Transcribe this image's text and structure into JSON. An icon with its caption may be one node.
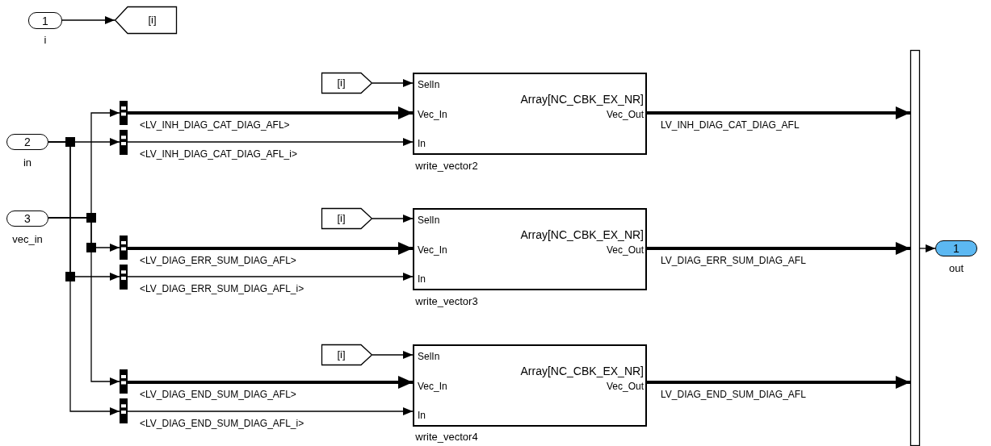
{
  "diagram": {
    "nodes": [
      {
        "text": [
          "1"
        ],
        "beside": [
          "i"
        ]
      },
      {
        "text": [
          "[i]"
        ]
      },
      {
        "text": [
          "2"
        ],
        "beside": [
          "in"
        ]
      },
      {
        "text": [
          "3"
        ],
        "beside": [
          "vec_in"
        ]
      },
      {
        "text": [],
        "shape": "bar"
      },
      {
        "text": [],
        "shape": "bar"
      },
      {
        "text": [],
        "shape": "bar"
      },
      {
        "text": [],
        "shape": "bar"
      },
      {
        "text": [],
        "shape": "bar"
      },
      {
        "text": [],
        "shape": "bar"
      },
      {
        "text": [
          "[i]"
        ]
      },
      {
        "text": [
          "SelIn",
          "Vec_In",
          "In",
          "Array[NC_CBK_EX_NR]",
          "Vec_Out"
        ],
        "beside": [
          "write_vector2"
        ]
      },
      {
        "text": [
          "[i]"
        ]
      },
      {
        "text": [
          "SelIn",
          "Vec_In",
          "In",
          "Array[NC_CBK_EX_NR]",
          "Vec_Out"
        ],
        "beside": [
          "write_vector3"
        ]
      },
      {
        "text": [
          "[i]"
        ]
      },
      {
        "text": [
          "SelIn",
          "Vec_In",
          "In",
          "Array[NC_CBK_EX_NR]",
          "Vec_Out"
        ],
        "beside": [
          "write_vector4"
        ]
      },
      {
        "text": [],
        "shape": "bar"
      },
      {
        "text": [
          "1"
        ],
        "beside": [
          "out"
        ]
      }
    ],
    "edges": [
      {
        "from": 0,
        "to": 1,
        "arrow": "to"
      },
      {
        "from": 3,
        "to": 4,
        "arrow": "to"
      },
      {
        "from": 2,
        "to": 5,
        "arrow": "to"
      },
      {
        "from": 3,
        "to": 6,
        "arrow": "to"
      },
      {
        "from": 2,
        "to": 7,
        "arrow": "to"
      },
      {
        "from": 3,
        "to": 8,
        "arrow": "to"
      },
      {
        "from": 2,
        "to": 9,
        "arrow": "to"
      },
      {
        "from": 10,
        "to": 11,
        "arrow": "to"
      },
      {
        "from": 4,
        "to": 11,
        "arrow": "to",
        "style": "thick",
        "label": "<LV_INH_DIAG_CAT_DIAG_AFL>"
      },
      {
        "from": 5,
        "to": 11,
        "arrow": "to",
        "label": "<LV_INH_DIAG_CAT_DIAG_AFL_i>"
      },
      {
        "from": 11,
        "to": 16,
        "arrow": "to",
        "style": "thick",
        "label": "LV_INH_DIAG_CAT_DIAG_AFL"
      },
      {
        "from": 12,
        "to": 13,
        "arrow": "to"
      },
      {
        "from": 6,
        "to": 13,
        "arrow": "to",
        "style": "thick",
        "label": "<LV_DIAG_ERR_SUM_DIAG_AFL>"
      },
      {
        "from": 7,
        "to": 13,
        "arrow": "to",
        "label": "<LV_DIAG_ERR_SUM_DIAG_AFL_i>"
      },
      {
        "from": 13,
        "to": 16,
        "arrow": "to",
        "style": "thick",
        "label": "LV_DIAG_ERR_SUM_DIAG_AFL"
      },
      {
        "from": 14,
        "to": 15,
        "arrow": "to"
      },
      {
        "from": 8,
        "to": 15,
        "arrow": "to",
        "style": "thick",
        "label": "<LV_DIAG_END_SUM_DIAG_AFL>"
      },
      {
        "from": 9,
        "to": 15,
        "arrow": "to",
        "label": "<LV_DIAG_END_SUM_DIAG_AFL_i>"
      },
      {
        "from": 15,
        "to": 16,
        "arrow": "to",
        "style": "thick",
        "label": "LV_DIAG_END_SUM_DIAG_AFL"
      },
      {
        "from": 16,
        "to": 17,
        "arrow": "to"
      }
    ]
  }
}
